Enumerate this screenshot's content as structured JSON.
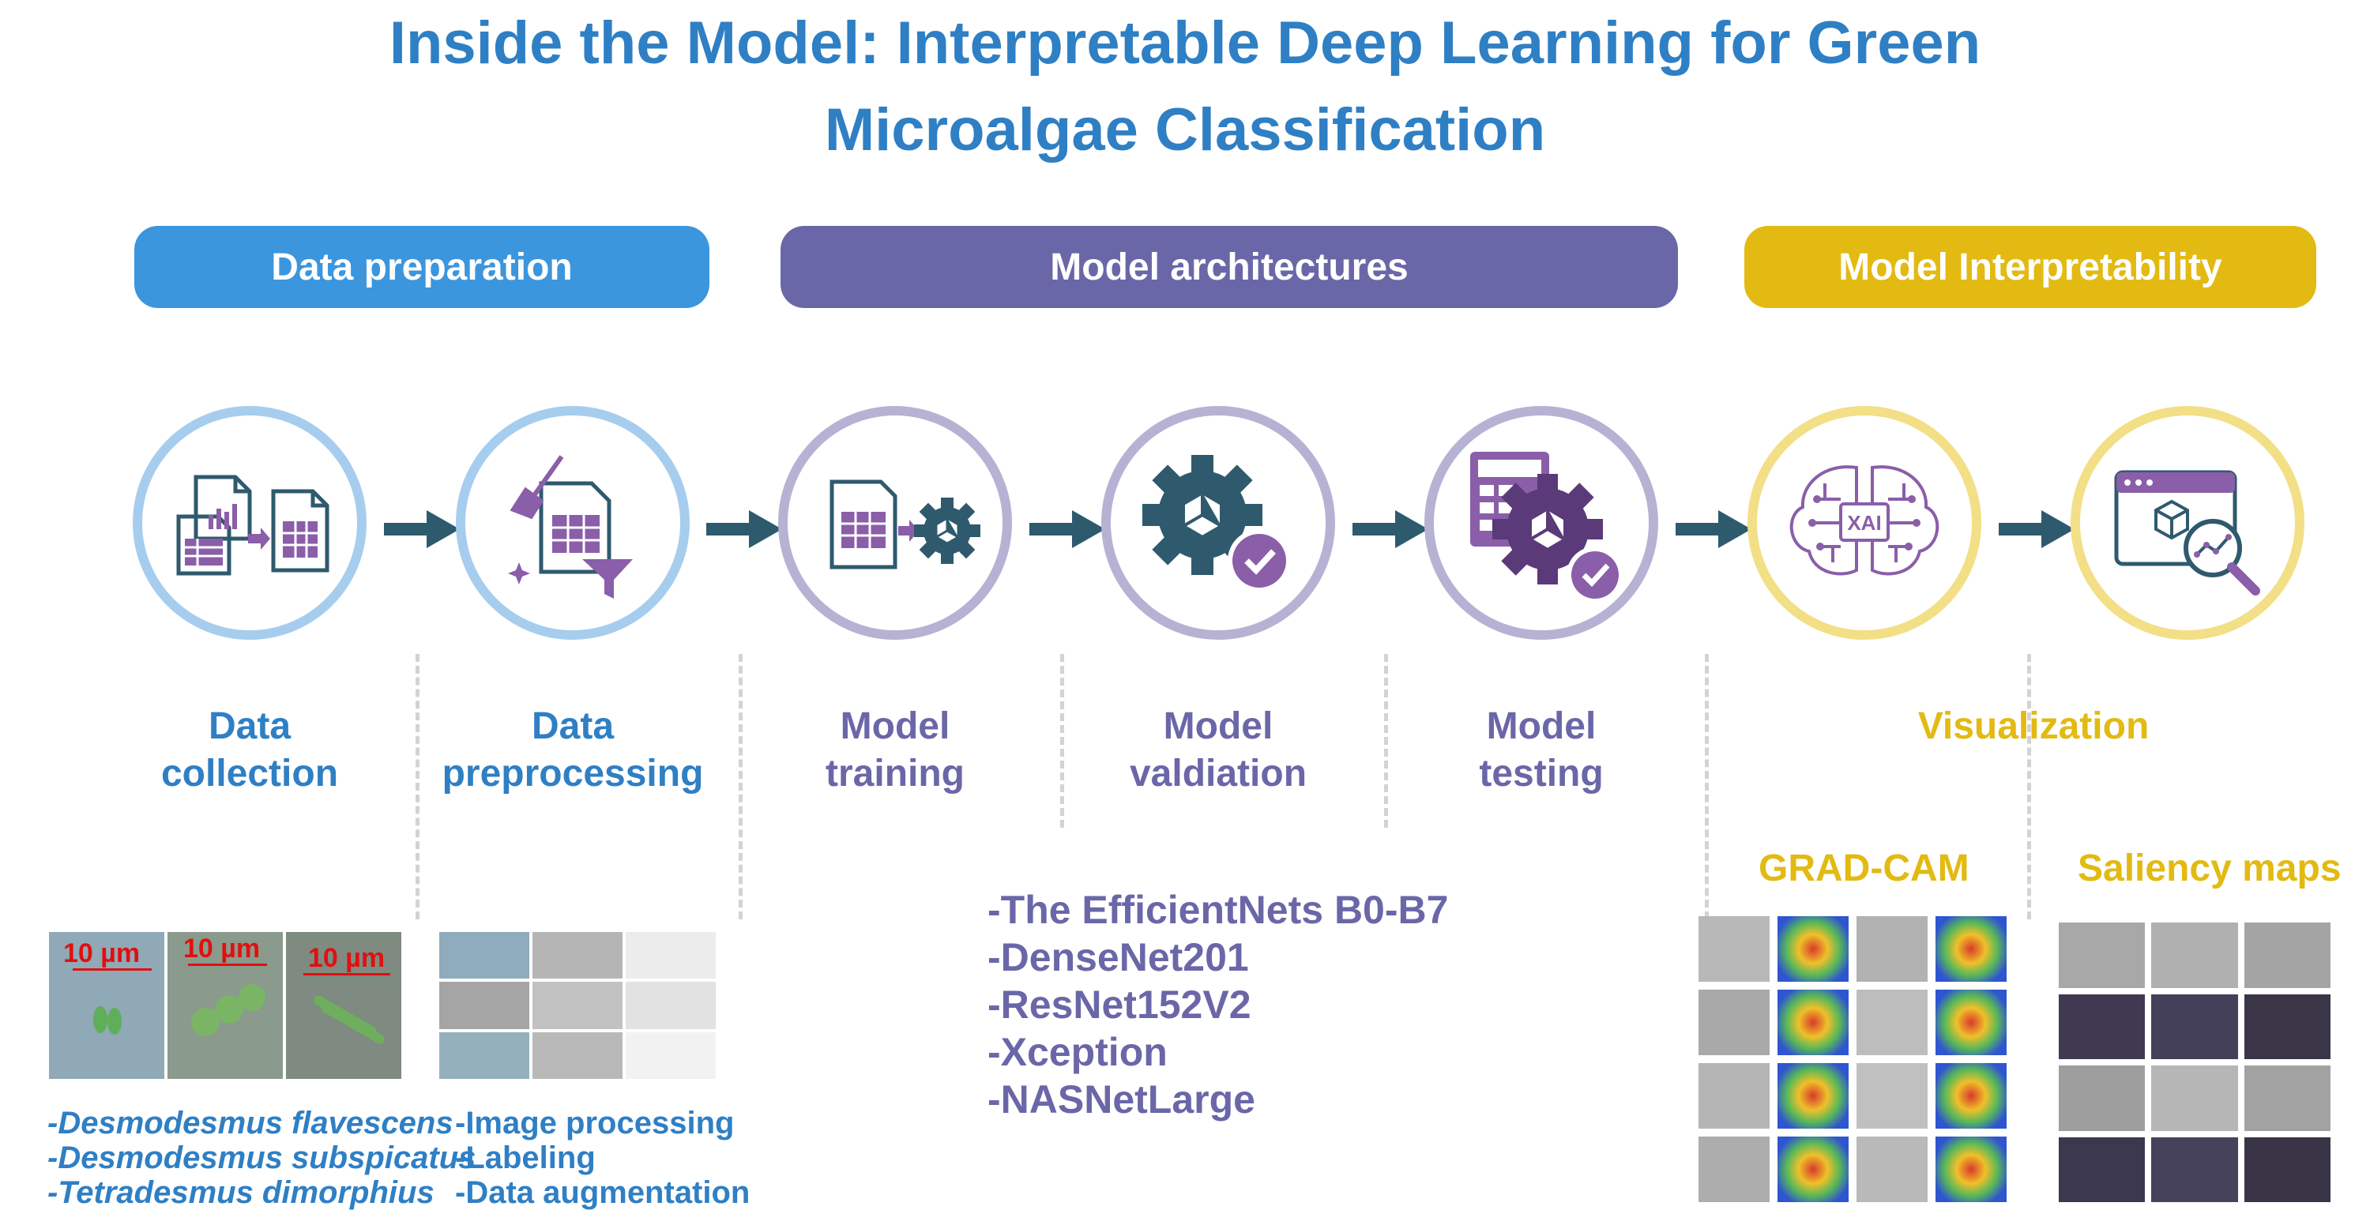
{
  "title": {
    "line1": "Inside the Model: Interpretable Deep Learning for Green",
    "line2": "Microalgae Classification"
  },
  "phases": [
    {
      "label": "Data preparation",
      "color": "#3b96de"
    },
    {
      "label": "Model architectures",
      "color": "#6a67a8"
    },
    {
      "label": "Model Interpretability",
      "color": "#e2ba12"
    }
  ],
  "steps": [
    {
      "line1": "Data",
      "line2": "collection",
      "icon": "data-collection-icon",
      "color": "#2f7fc4"
    },
    {
      "line1": "Data",
      "line2": "preprocessing",
      "icon": "data-preprocessing-icon",
      "color": "#2f7fc4"
    },
    {
      "line1": "Model",
      "line2": "training",
      "icon": "model-training-icon",
      "color": "#6a67a8"
    },
    {
      "line1": "Model",
      "line2": "valdiation",
      "icon": "model-validation-icon",
      "color": "#6a67a8"
    },
    {
      "line1": "Model",
      "line2": "testing",
      "icon": "model-testing-icon",
      "color": "#6a67a8"
    },
    {
      "line1": "Visualization",
      "icon": "xai-brain-icon",
      "color": "#e2ba12"
    },
    {
      "icon": "analytics-magnifier-icon"
    }
  ],
  "micrographs": {
    "scale_label": "10 µm"
  },
  "species": [
    "-Desmodesmus flavescens",
    "-Desmodesmus subspicatus",
    "-Tetradesmus dimorphius"
  ],
  "preprocessing_items": [
    "-Image processing",
    "-Labeling",
    "-Data augmentation"
  ],
  "models": [
    "-The EfficientNets B0-B7",
    "-DenseNet201",
    "-ResNet152V2",
    "-Xception",
    "-NASNetLarge"
  ],
  "visualization": {
    "gradcam_title": "GRAD-CAM",
    "saliency_title": "Saliency maps",
    "xai_text": "XAI"
  },
  "colors": {
    "blue": "#3b96de",
    "purple": "#6a67a8",
    "yellow": "#e2ba12",
    "circle_blue": "#a6cdee",
    "circle_purple": "#b5b2d3",
    "circle_yellow": "#f2df86",
    "arrow": "#2e5a6e",
    "icon_dark": "#2f5a6e",
    "icon_purple": "#8a5ea8"
  }
}
